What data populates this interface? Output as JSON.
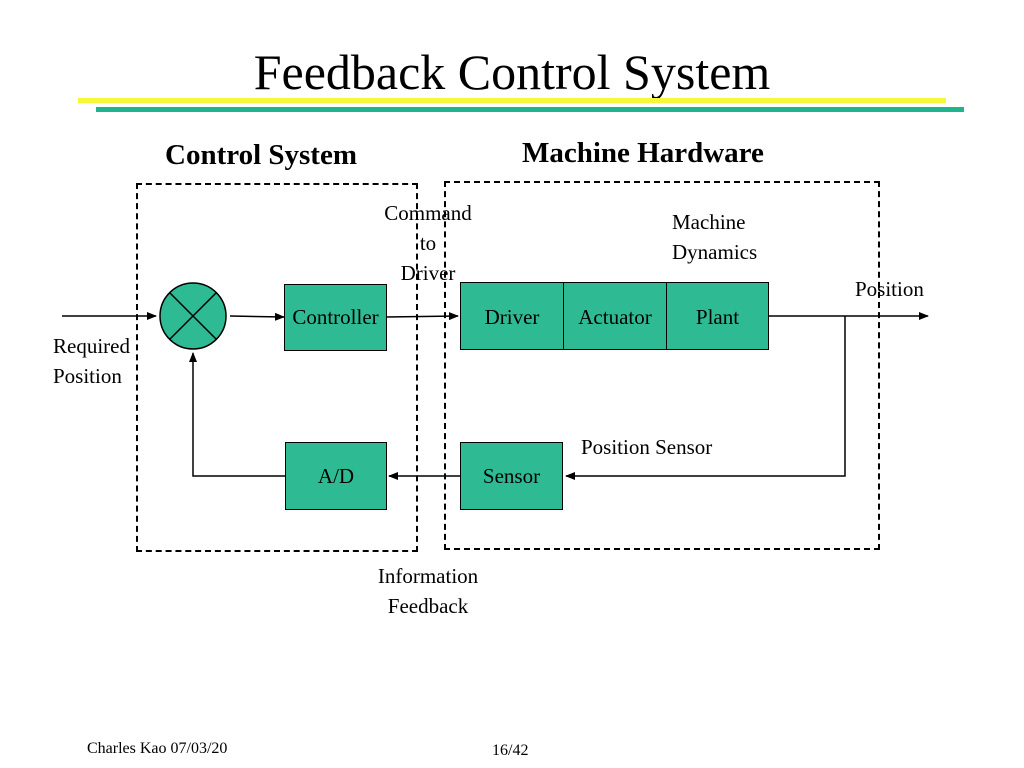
{
  "slide": {
    "title": "Feedback Control System",
    "author_date": "Charles Kao 07/03/20",
    "page": "16/42"
  },
  "colors": {
    "title_rule_yellow": "#f7f73a",
    "title_rule_teal": "#1fb48c",
    "block_fill": "#2ebb94"
  },
  "sections": {
    "control_system": "Control System",
    "machine_hardware": "Machine Hardware"
  },
  "blocks": {
    "controller": "Controller",
    "driver": "Driver",
    "actuator": "Actuator",
    "plant": "Plant",
    "ad": "A/D",
    "sensor": "Sensor"
  },
  "labels": {
    "required_position": [
      "Required",
      "Position"
    ],
    "command_to_driver": [
      "Command",
      "to",
      "Driver"
    ],
    "machine_dynamics": [
      "Machine",
      "Dynamics"
    ],
    "position": "Position",
    "position_sensor": "Position Sensor",
    "information_feedback": [
      "Information",
      "Feedback"
    ]
  },
  "icons": {
    "summing_junction": "summing-junction-icon"
  }
}
